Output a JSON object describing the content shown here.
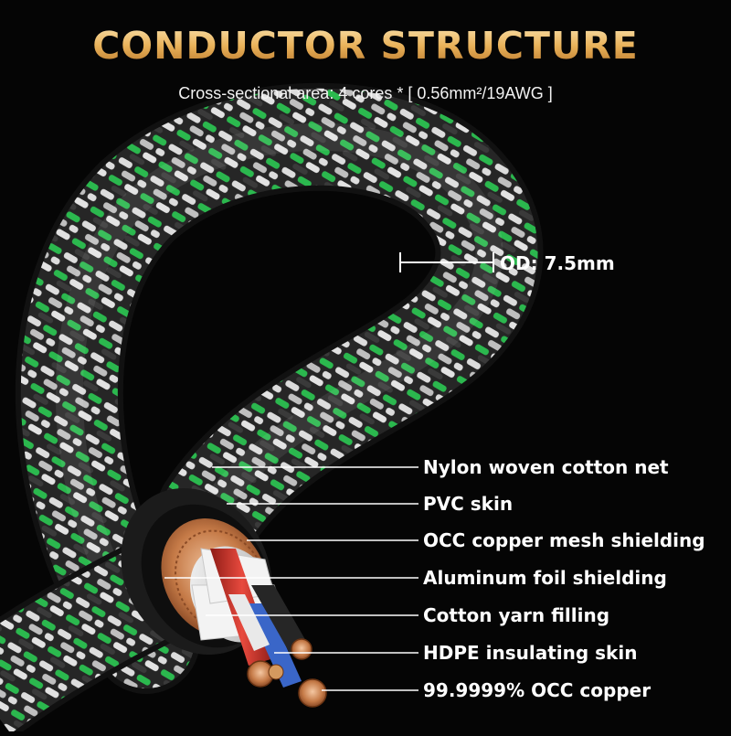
{
  "header": {
    "title": "CONDUCTOR STRUCTURE",
    "subtitle": "Cross-sectional area: 4 cores * [ 0.56mm²/19AWG ]"
  },
  "dimension": {
    "label": "OD: 7.5mm"
  },
  "layers": [
    {
      "label": "Nylon woven cotton net"
    },
    {
      "label": "PVC skin"
    },
    {
      "label": "OCC copper mesh shielding"
    },
    {
      "label": "Aluminum foil shielding"
    },
    {
      "label": "Cotton yarn filling"
    },
    {
      "label": "HDPE insulating skin"
    },
    {
      "label": "99.9999% OCC copper"
    }
  ],
  "colors": {
    "background": "#050505",
    "title_gold": "#e9b25a",
    "braid_black": "#2a2a2a",
    "braid_white": "#d9d9d9",
    "braid_green": "#22b24a",
    "copper": "#c47a4a",
    "core_red": "#d9322b",
    "core_blue": "#3a66c8",
    "foil": "#e6e6e6"
  }
}
